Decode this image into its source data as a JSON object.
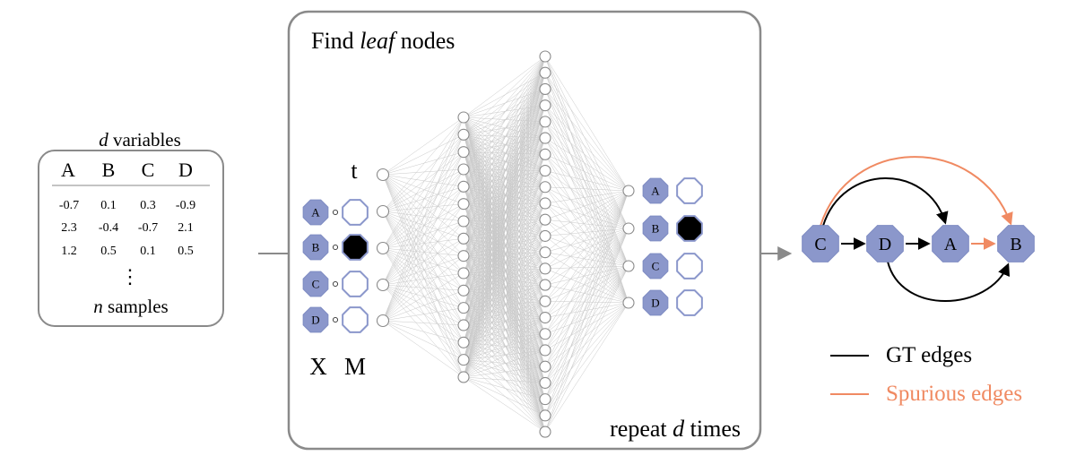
{
  "data_table": {
    "top_label_var": "d",
    "top_label_rest": " variables",
    "headers": [
      "A",
      "B",
      "C",
      "D"
    ],
    "rows": [
      [
        "-0.7",
        "0.1",
        "0.3",
        "-0.9"
      ],
      [
        "2.3",
        "-0.4",
        "-0.7",
        "2.1"
      ],
      [
        "1.2",
        "0.5",
        "0.1",
        "0.5"
      ]
    ],
    "ellipsis": "⋮",
    "bottom_label_var": "n",
    "bottom_label_rest": " samples"
  },
  "network_panel": {
    "title_prefix": "Find ",
    "title_emph": "leaf",
    "title_suffix": " nodes",
    "t_label": "t",
    "x_label": "X",
    "m_label": "M",
    "input_nodes": [
      "A",
      "B",
      "C",
      "D"
    ],
    "input_masks_filled": [
      false,
      true,
      false,
      false
    ],
    "output_nodes": [
      "A",
      "B",
      "C",
      "D"
    ],
    "output_filled": [
      false,
      true,
      false,
      false
    ],
    "repeat_prefix": "repeat ",
    "repeat_var": "d",
    "repeat_suffix": " times"
  },
  "graph": {
    "nodes": [
      "C",
      "D",
      "A",
      "B"
    ],
    "gt_edges": [
      [
        "C",
        "D"
      ],
      [
        "D",
        "A"
      ],
      [
        "C",
        "A"
      ],
      [
        "D",
        "B"
      ]
    ],
    "spurious_edges": [
      [
        "A",
        "B"
      ],
      [
        "C",
        "B"
      ]
    ]
  },
  "legend": {
    "gt_label": "GT edges",
    "spurious_label": "Spurious edges",
    "gt_color": "#000000",
    "spurious_color": "#f08a62"
  },
  "colors": {
    "node_fill": "#8b97cb",
    "node_stroke": "#7e8bc2",
    "outline_stroke": "#8b97cb",
    "frame": "#8a8a8a",
    "mesh": "#c8c8c8"
  }
}
